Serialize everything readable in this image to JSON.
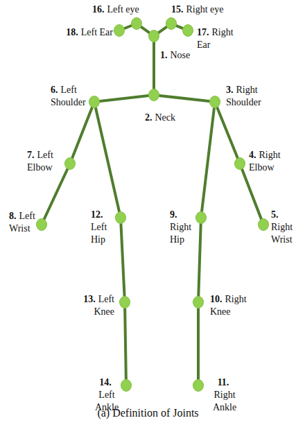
{
  "diagram": {
    "caption": "(a) Definition of Joints",
    "nodes": [
      {
        "text": [
          "1.",
          "Nose"
        ]
      },
      {
        "text": [
          "2.",
          "Neck"
        ]
      },
      {
        "text": [
          "3.",
          "Right Shoulder"
        ]
      },
      {
        "text": [
          "4.",
          "Right Elbow"
        ]
      },
      {
        "text": [
          "5.",
          "Right Wrist"
        ]
      },
      {
        "text": [
          "6.",
          "Left Shoulder"
        ]
      },
      {
        "text": [
          "7.",
          "Left Elbow"
        ]
      },
      {
        "text": [
          "8.",
          "Left Wrist"
        ]
      },
      {
        "text": [
          "9.",
          "Right Hip"
        ]
      },
      {
        "text": [
          "10.",
          "Right Knee"
        ]
      },
      {
        "text": [
          "11.",
          "Right Ankle"
        ]
      },
      {
        "text": [
          "12.",
          "Left Hip"
        ]
      },
      {
        "text": [
          "13.",
          "Left Knee"
        ]
      },
      {
        "text": [
          "14.",
          "Left Ankle"
        ]
      },
      {
        "text": [
          "15.",
          "Right eye"
        ]
      },
      {
        "text": [
          "16.",
          "Left eye"
        ]
      },
      {
        "text": [
          "17.",
          "Right Ear"
        ]
      },
      {
        "text": [
          "18.",
          "Left Ear"
        ]
      }
    ],
    "edges": [
      {
        "from": 0,
        "to": 1,
        "arrow": "none"
      },
      {
        "from": 0,
        "to": 15,
        "arrow": "none"
      },
      {
        "from": 15,
        "to": 17,
        "arrow": "none"
      },
      {
        "from": 0,
        "to": 14,
        "arrow": "none"
      },
      {
        "from": 14,
        "to": 16,
        "arrow": "none"
      },
      {
        "from": 1,
        "to": 5,
        "arrow": "none"
      },
      {
        "from": 1,
        "to": 2,
        "arrow": "none"
      },
      {
        "from": 5,
        "to": 6,
        "arrow": "none"
      },
      {
        "from": 6,
        "to": 7,
        "arrow": "none"
      },
      {
        "from": 5,
        "to": 11,
        "arrow": "none"
      },
      {
        "from": 11,
        "to": 12,
        "arrow": "none"
      },
      {
        "from": 12,
        "to": 13,
        "arrow": "none"
      },
      {
        "from": 2,
        "to": 3,
        "arrow": "none"
      },
      {
        "from": 3,
        "to": 4,
        "arrow": "none"
      },
      {
        "from": 2,
        "to": 8,
        "arrow": "none"
      },
      {
        "from": 8,
        "to": 9,
        "arrow": "none"
      },
      {
        "from": 9,
        "to": 10,
        "arrow": "none"
      }
    ]
  }
}
